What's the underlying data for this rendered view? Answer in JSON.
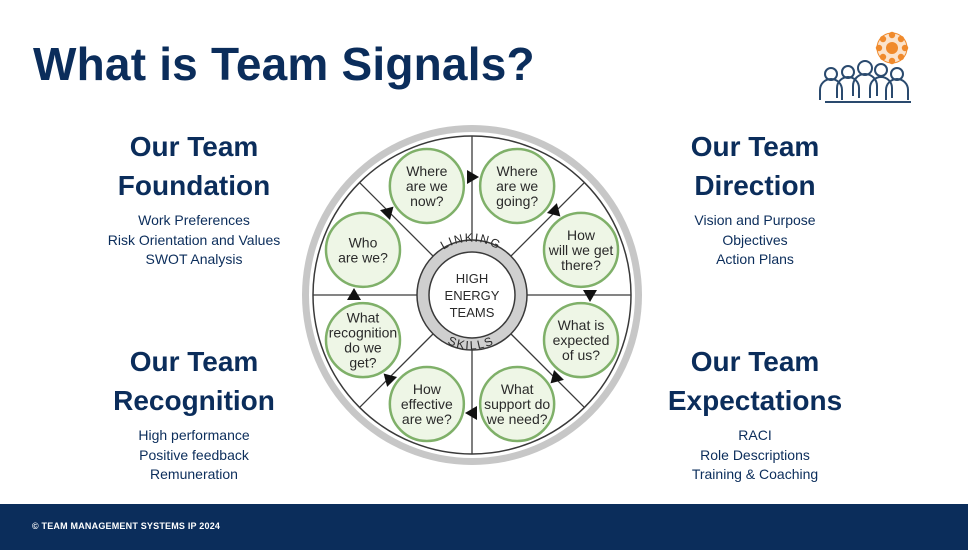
{
  "title": "What is Team Signals?",
  "quadrants": {
    "foundation": {
      "heading": [
        "Our Team",
        "Foundation"
      ],
      "items": [
        "Work Preferences",
        "Risk Orientation and Values",
        "SWOT Analysis"
      ]
    },
    "direction": {
      "heading": [
        "Our Team",
        "Direction"
      ],
      "items": [
        "Vision and Purpose",
        "Objectives",
        "Action Plans"
      ]
    },
    "recognition": {
      "heading": [
        "Our Team",
        "Recognition"
      ],
      "items": [
        "High performance",
        "Positive feedback",
        "Remuneration"
      ]
    },
    "expectations": {
      "heading": [
        "Our Team",
        "Expectations"
      ],
      "items": [
        "RACI",
        "Role Descriptions",
        "Training & Coaching"
      ]
    }
  },
  "wheel": {
    "hub": [
      "HIGH",
      "ENERGY",
      "TEAMS"
    ],
    "ring_top": "LINKING",
    "ring_bottom": "SKILLS",
    "questions": [
      [
        "Where",
        "are we",
        "now?"
      ],
      [
        "Where",
        "are we",
        "going?"
      ],
      [
        "How",
        "will we get",
        "there?"
      ],
      [
        "What is",
        "expected",
        "of us?"
      ],
      [
        "What",
        "support do",
        "we need?"
      ],
      [
        "How",
        "effective",
        "are we?"
      ],
      [
        "What",
        "recognition",
        "do we",
        "get?"
      ],
      [
        "Who",
        "are we?"
      ]
    ]
  },
  "colors": {
    "navy": "#0b2d5b",
    "bubble_border": "#7fb069",
    "bubble_fill": "#eef6e6",
    "logo_accent": "#f08a2c"
  },
  "footer": "© TEAM MANAGEMENT SYSTEMS IP 2024"
}
